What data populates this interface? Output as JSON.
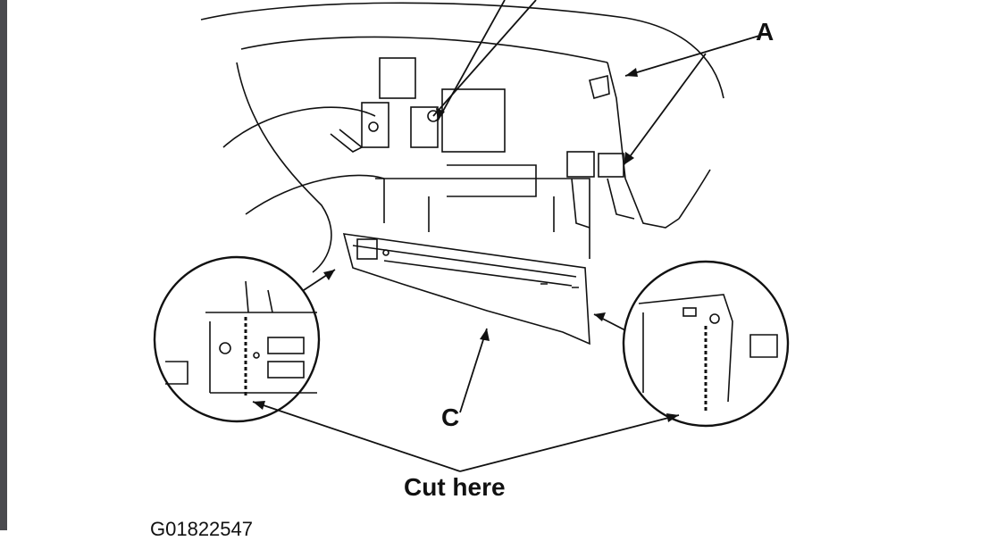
{
  "labels": {
    "a": "A",
    "c": "C",
    "cut": "Cut here",
    "figure_code": "G01822547"
  }
}
